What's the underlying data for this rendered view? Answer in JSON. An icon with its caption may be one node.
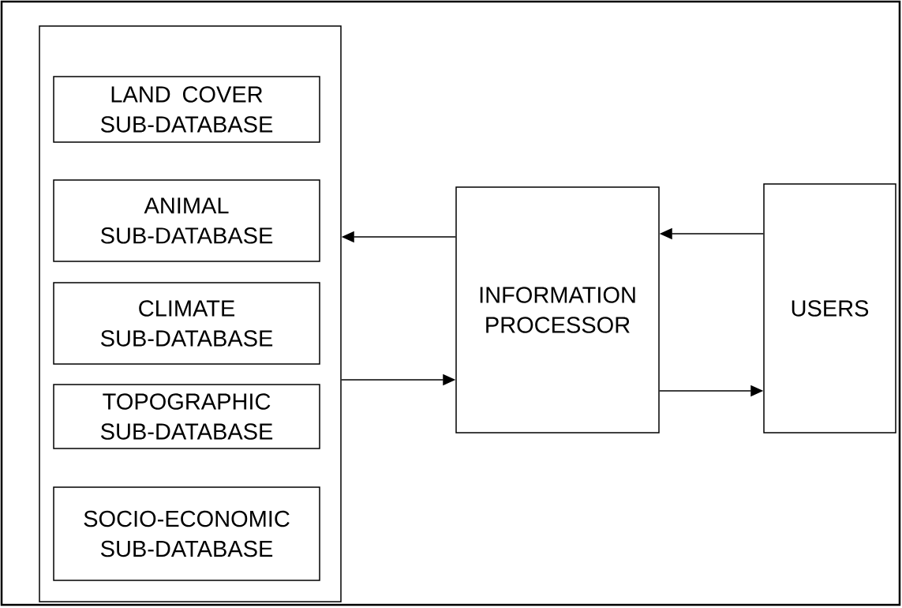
{
  "diagram": {
    "nodes": [
      {
        "text": [],
        "shape": "box"
      },
      {
        "text": [
          "LAND COVER SUB-DATABASE"
        ],
        "in": 0
      },
      {
        "text": [
          "ANIMAL SUB-DATABASE"
        ],
        "in": 0
      },
      {
        "text": [
          "CLIMATE SUB-DATABASE"
        ],
        "in": 0
      },
      {
        "text": [
          "TOPOGRAPHIC SUB-DATABASE"
        ],
        "in": 0
      },
      {
        "text": [
          "SOCIO-ECONOMIC SUB-DATABASE"
        ],
        "in": 0
      },
      {
        "text": [
          "INFORMATION PROCESSOR"
        ]
      },
      {
        "text": [
          "USERS"
        ]
      }
    ],
    "edges": [
      {
        "from": 6,
        "to": 0,
        "arrow": "to"
      },
      {
        "from": 0,
        "to": 6,
        "arrow": "to"
      },
      {
        "from": 7,
        "to": 6,
        "arrow": "to"
      },
      {
        "from": 6,
        "to": 7,
        "arrow": "to"
      }
    ]
  }
}
